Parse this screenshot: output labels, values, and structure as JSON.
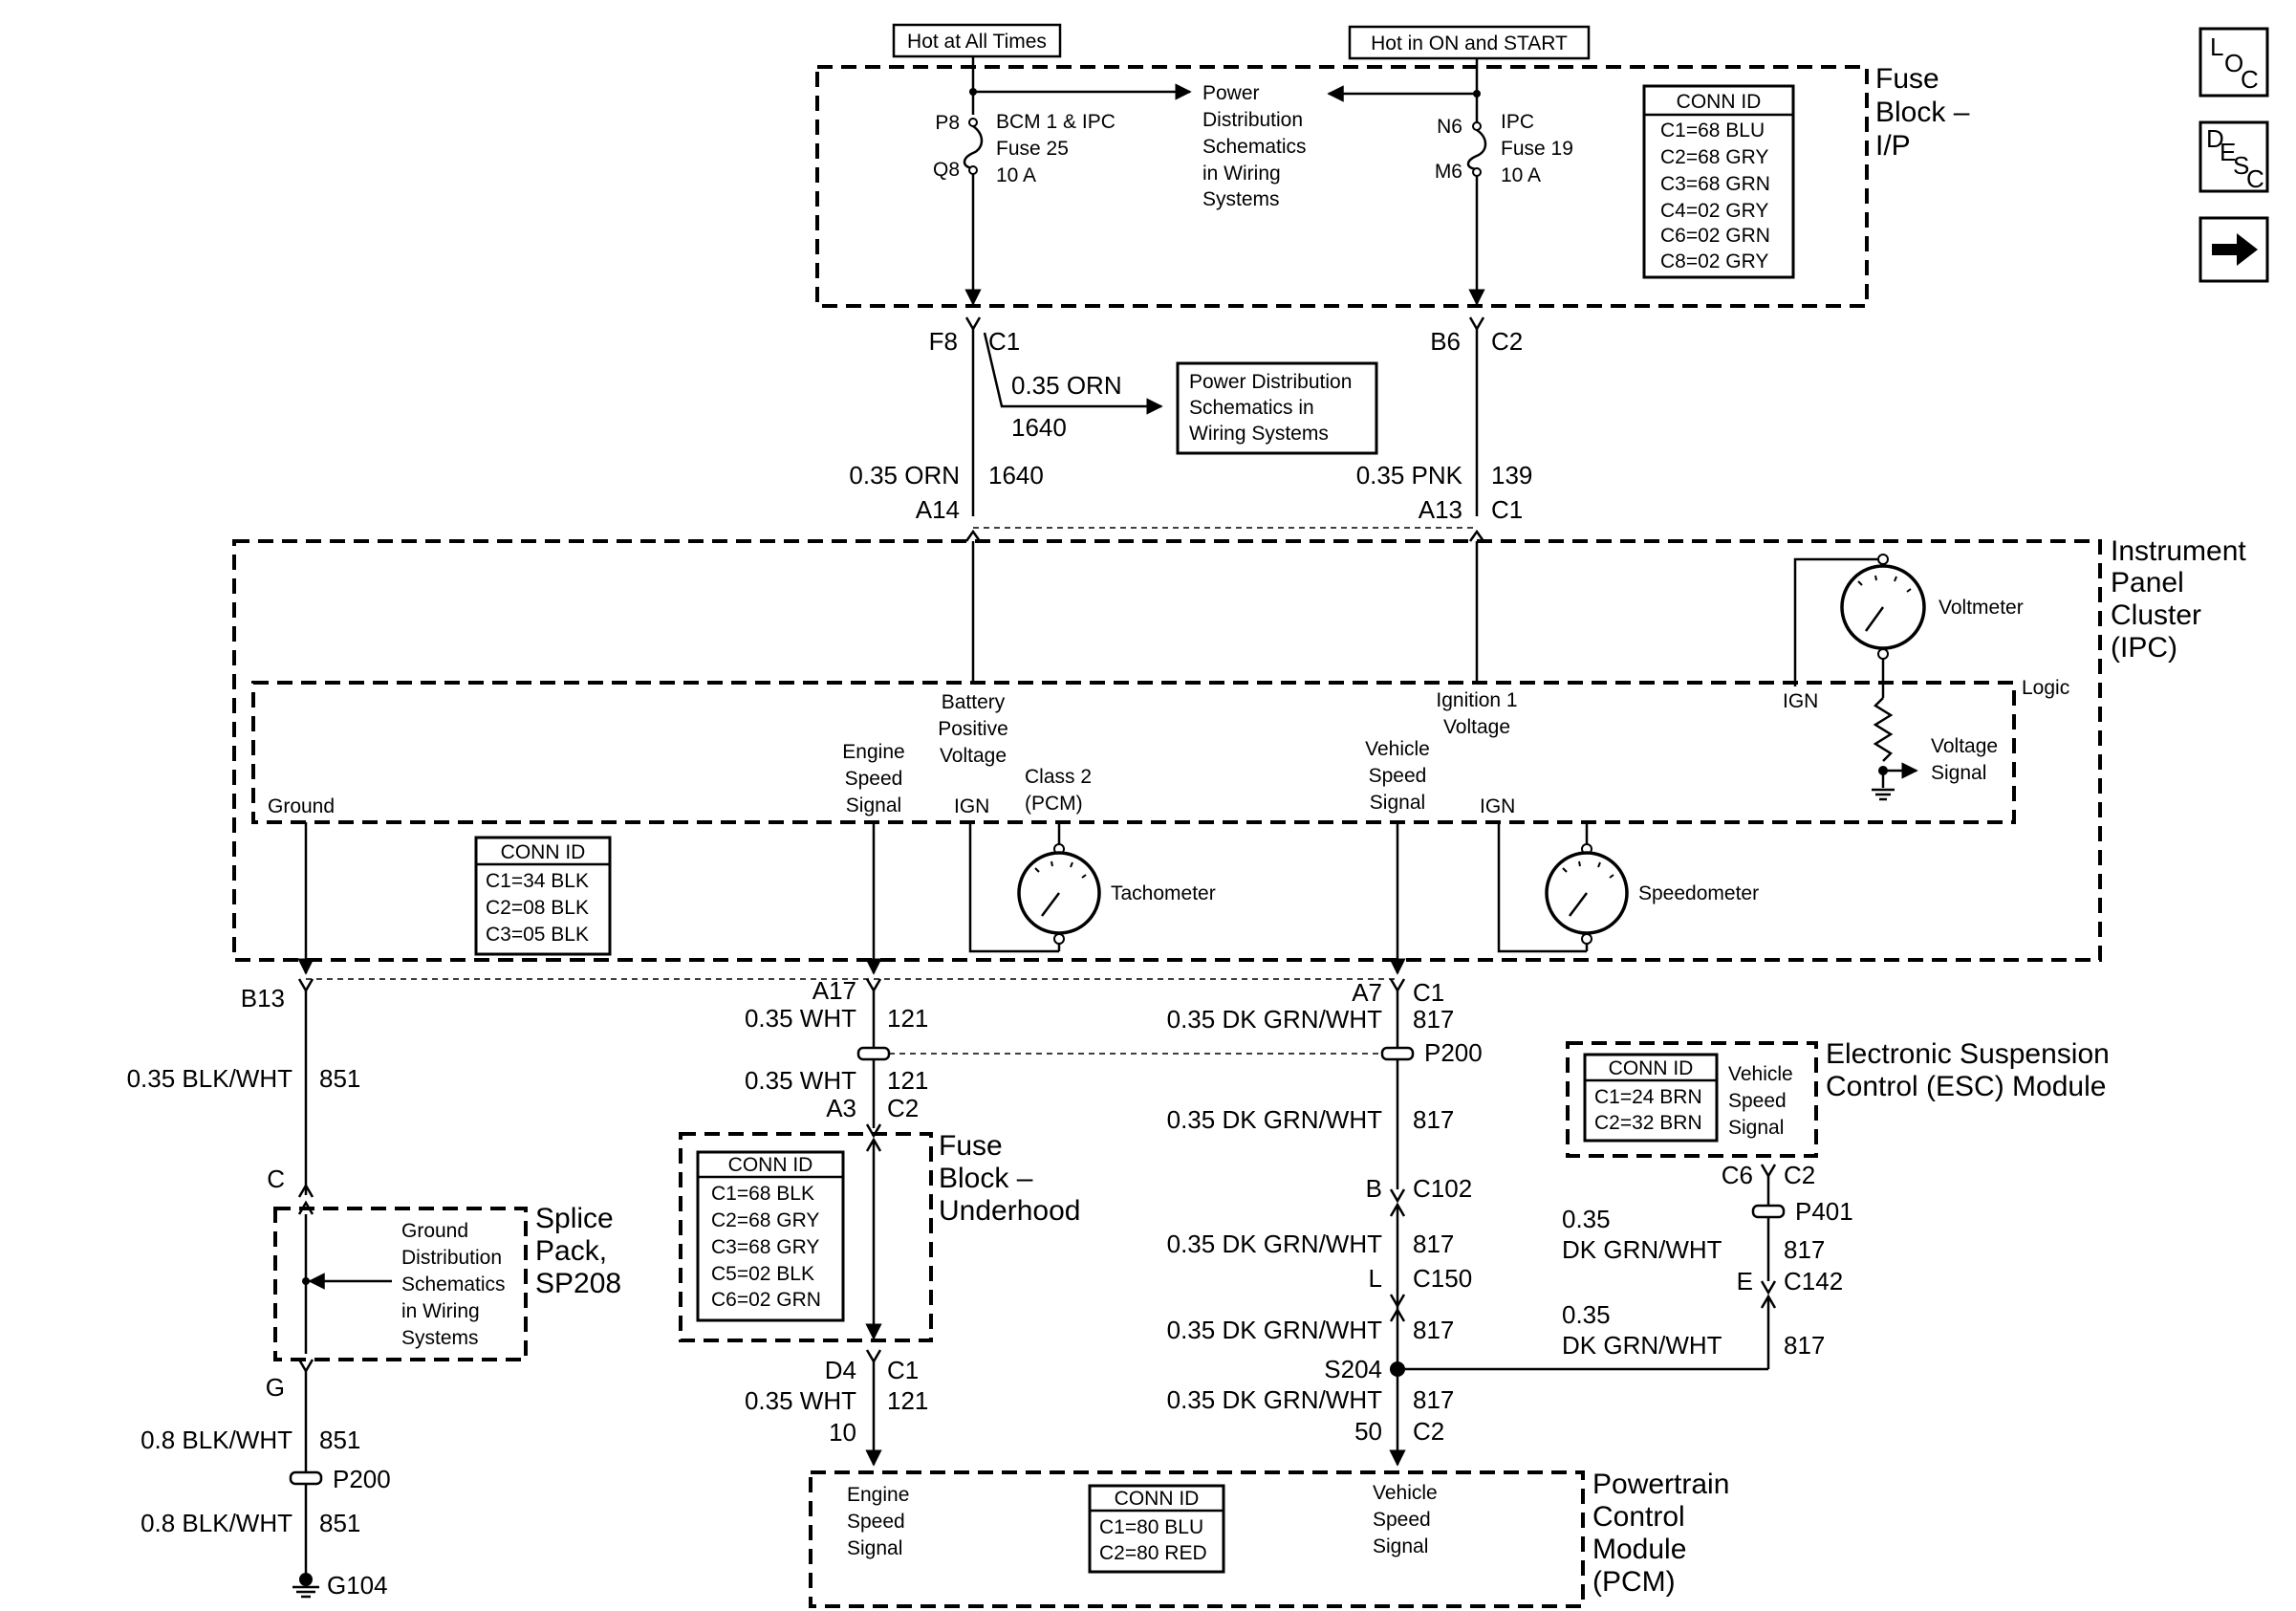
{
  "top": {
    "hot_all": "Hot at All Times",
    "hot_on": "Hot in ON and START"
  },
  "fuse_ip": {
    "title": [
      "Fuse",
      "Block –",
      "I/P"
    ],
    "power_dist": [
      "Power",
      "Distribution",
      "Schematics",
      "in Wiring",
      "Systems"
    ],
    "left_fuse": {
      "pin_top": "P8",
      "pin_bot": "Q8",
      "label": [
        "BCM 1 & IPC",
        "Fuse 25",
        "10 A"
      ]
    },
    "right_fuse": {
      "pin_top": "N6",
      "pin_bot": "M6",
      "label": [
        "IPC",
        "Fuse 19",
        "10 A"
      ]
    },
    "conn_id": {
      "header": "CONN ID",
      "rows": [
        "C1=68 BLU",
        "C2=68 GRY",
        "C3=68 GRN",
        "C4=02 GRY",
        "C6=02 GRN",
        "C8=02 GRY"
      ]
    }
  },
  "wires_top": {
    "f8": "F8",
    "c1": "C1",
    "b6": "B6",
    "c2": "C2",
    "branch_gauge": "0.35 ORN",
    "branch_circuit": "1640",
    "branch_box": [
      "Power Distribution",
      "Schematics in",
      "Wiring Systems"
    ],
    "left_gauge": "0.35 ORN",
    "left_circuit": "1640",
    "a14": "A14",
    "right_gauge": "0.35 PNK",
    "right_circuit": "139",
    "a13": "A13",
    "c1b": "C1"
  },
  "ipc": {
    "title": [
      "Instrument",
      "Panel",
      "Cluster",
      "(IPC)"
    ],
    "logic": "Logic",
    "voltmeter": "Voltmeter",
    "ign_volt": "IGN",
    "voltage_signal": [
      "Voltage",
      "Signal"
    ],
    "battery": [
      "Battery",
      "Positive",
      "Voltage"
    ],
    "ignition": [
      "Ignition 1",
      "Voltage"
    ],
    "engine_speed": [
      "Engine",
      "Speed",
      "Signal"
    ],
    "vehicle_speed": [
      "Vehicle",
      "Speed",
      "Signal"
    ],
    "ground": "Ground",
    "ign_tach": "IGN",
    "class2": [
      "Class 2",
      "(PCM)"
    ],
    "tachometer": "Tachometer",
    "ign_speedo": "IGN",
    "speedometer": "Speedometer",
    "conn_id": {
      "header": "CONN ID",
      "rows": [
        "C1=34 BLK",
        "C2=08 BLK",
        "C3=05 BLK"
      ]
    }
  },
  "ground_path": {
    "b13": "B13",
    "gauge1": "0.35 BLK/WHT",
    "circuit1": "851",
    "c": "C",
    "splice_title": [
      "Splice",
      "Pack,",
      "SP208"
    ],
    "splice_box": [
      "Ground",
      "Distribution",
      "Schematics",
      "in Wiring",
      "Systems"
    ],
    "g": "G",
    "gauge2": "0.8 BLK/WHT",
    "circuit2": "851",
    "p200": "P200",
    "gauge3": "0.8 BLK/WHT",
    "circuit3": "851",
    "g104": "G104"
  },
  "engine_path": {
    "a17": "A17",
    "gauge1": "0.35 WHT",
    "circuit1": "121",
    "gauge2": "0.35 WHT",
    "circuit2": "121",
    "a3": "A3",
    "c2": "C2",
    "fuse_title": [
      "Fuse",
      "Block –",
      "Underhood"
    ],
    "conn_id": {
      "header": "CONN ID",
      "rows": [
        "C1=68 BLK",
        "C2=68 GRY",
        "C3=68 GRY",
        "C5=02 BLK",
        "C6=02 GRN"
      ]
    },
    "d4": "D4",
    "c1": "C1",
    "gauge3": "0.35 WHT",
    "circuit3": "121",
    "pin10": "10"
  },
  "vss_path": {
    "a7": "A7",
    "c1": "C1",
    "gauge1": "0.35 DK GRN/WHT",
    "circuit1": "817",
    "p200": "P200",
    "gauge2": "0.35 DK GRN/WHT",
    "circuit2": "817",
    "b": "B",
    "c102": "C102",
    "gauge3": "0.35 DK GRN/WHT",
    "circuit3": "817",
    "l": "L",
    "c150": "C150",
    "gauge4": "0.35 DK GRN/WHT",
    "circuit4": "817",
    "s204": "S204",
    "gauge5": "0.35 DK GRN/WHT",
    "circuit5": "817",
    "pin50": "50",
    "c2": "C2"
  },
  "esc": {
    "title": [
      "Electronic Suspension",
      "Control (ESC) Module"
    ],
    "conn_id": {
      "header": "CONN ID",
      "rows": [
        "C1=24 BRN",
        "C2=32 BRN"
      ]
    },
    "vss": [
      "Vehicle",
      "Speed",
      "Signal"
    ],
    "c6": "C6",
    "c2": "C2",
    "p401": "P401",
    "gauge1a": "0.35",
    "gauge1b": "DK GRN/WHT",
    "circuit1": "817",
    "e": "E",
    "c142": "C142",
    "gauge2a": "0.35",
    "gauge2b": "DK GRN/WHT",
    "circuit2": "817"
  },
  "pcm": {
    "title": [
      "Powertrain",
      "Control",
      "Module",
      "(PCM)"
    ],
    "engine_speed": [
      "Engine",
      "Speed",
      "Signal"
    ],
    "vehicle_speed": [
      "Vehicle",
      "Speed",
      "Signal"
    ],
    "conn_id": {
      "header": "CONN ID",
      "rows": [
        "C1=80 BLU",
        "C2=80 RED"
      ]
    }
  },
  "nav": {
    "loc": [
      "L",
      "O",
      "C"
    ],
    "desc": [
      "D",
      "E",
      "S",
      "C"
    ],
    "next_icon": "right-arrow-icon"
  }
}
